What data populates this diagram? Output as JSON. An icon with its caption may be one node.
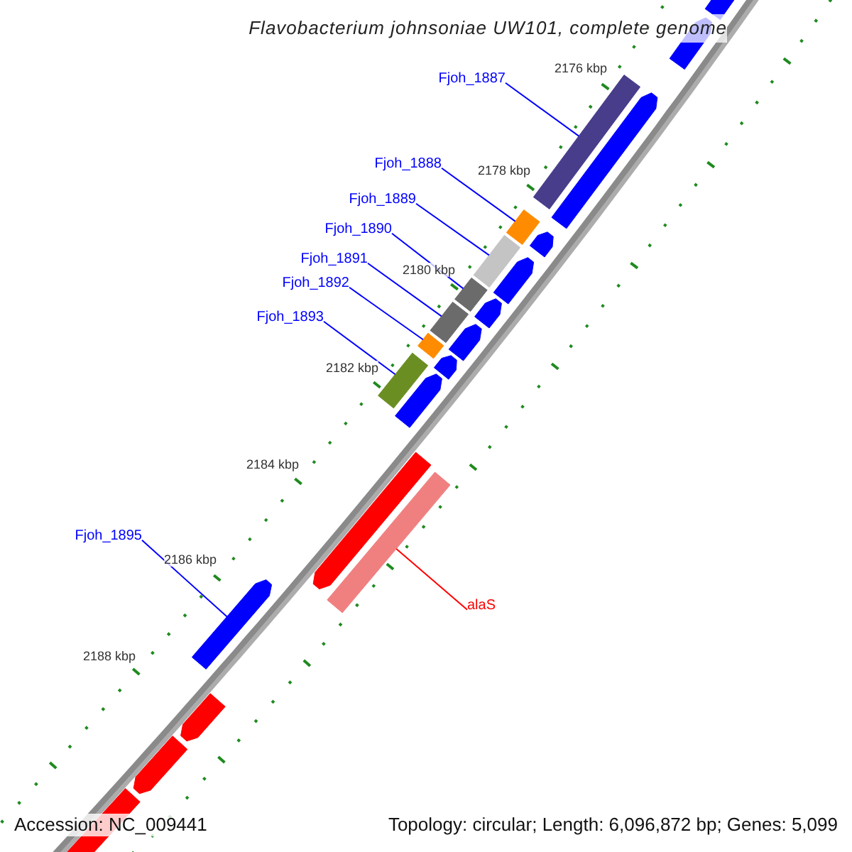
{
  "diagram": {
    "title": "Flavobacterium johnsoniae UW101, complete genome",
    "nodes": [
      {
        "text": [
          "Fjoh_1887"
        ]
      },
      {
        "text": [
          "Fjoh_1888"
        ]
      },
      {
        "text": [
          "Fjoh_1889"
        ]
      },
      {
        "text": [
          "Fjoh_1890"
        ]
      },
      {
        "text": [
          "Fjoh_1891"
        ]
      },
      {
        "text": [
          "Fjoh_1892"
        ]
      },
      {
        "text": [
          "Fjoh_1893"
        ]
      },
      {
        "text": [
          "Fjoh_1895"
        ]
      },
      {
        "text": [
          "alaS"
        ]
      },
      {
        "text": [],
        "shape": "bar"
      },
      {
        "text": [],
        "shape": "bar"
      },
      {
        "text": [],
        "shape": "bar"
      },
      {
        "text": [],
        "shape": "bar"
      },
      {
        "text": [],
        "shape": "bar"
      },
      {
        "text": [],
        "shape": "bar"
      },
      {
        "text": [],
        "shape": "bar"
      },
      {
        "text": [],
        "shape": "bar"
      },
      {
        "text": [],
        "shape": "bar"
      },
      {
        "text": [],
        "shape": "bar"
      },
      {
        "text": [],
        "shape": "bar"
      },
      {
        "text": [],
        "shape": "bar"
      },
      {
        "text": [],
        "shape": "bar"
      },
      {
        "text": [],
        "shape": "bar"
      },
      {
        "text": [],
        "shape": "bar"
      },
      {
        "text": [],
        "shape": "bar"
      },
      {
        "text": [],
        "shape": "bar"
      },
      {
        "text": [],
        "shape": "bar"
      },
      {
        "text": [],
        "shape": "bar"
      },
      {
        "text": [],
        "shape": "bar"
      },
      {
        "text": [],
        "shape": "bar"
      },
      {
        "text": [],
        "shape": "bar"
      }
    ],
    "edges": [
      {
        "from": 0,
        "to": 9,
        "arrow": "none"
      },
      {
        "from": 1,
        "to": 10,
        "arrow": "none"
      },
      {
        "from": 2,
        "to": 11,
        "arrow": "none"
      },
      {
        "from": 3,
        "to": 12,
        "arrow": "none"
      },
      {
        "from": 4,
        "to": 13,
        "arrow": "none"
      },
      {
        "from": 5,
        "to": 14,
        "arrow": "none"
      },
      {
        "from": 6,
        "to": 15,
        "arrow": "none"
      },
      {
        "from": 7,
        "to": 16,
        "arrow": "none"
      },
      {
        "from": 8,
        "to": 17,
        "arrow": "none",
        "color": "#ff0000"
      }
    ],
    "labels": [
      "2176 kbp",
      "2178 kbp",
      "2180 kbp",
      "2182 kbp",
      "2184 kbp",
      "2186 kbp",
      "2188 kbp",
      "Accession: NC_009441",
      "Topology: circular; Length: 6,096,872 bp; Genes: 5,099"
    ]
  }
}
